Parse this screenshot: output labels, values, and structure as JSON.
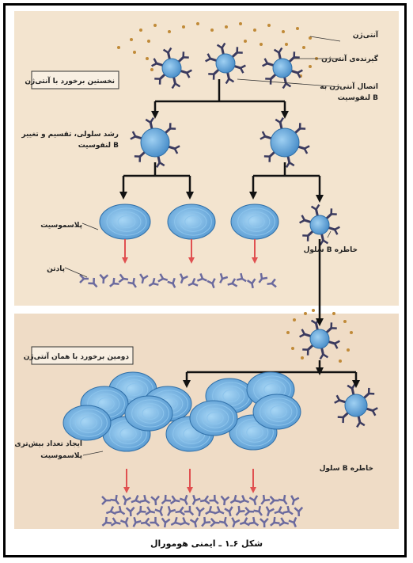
{
  "colors": {
    "panel_bg": "#f3e4cf",
    "panel_bg_2": "#efdcc6",
    "cell_fill": "#4f9bd6",
    "cell_stroke": "#2f6fa8",
    "antibody": "#6b6a9e",
    "receptor": "#3a3a5e",
    "antigen_dot": "#c08a38",
    "secretion_arrow": "#e05050"
  },
  "labels": {
    "antigen": "آنتی‌ژن",
    "receptor": "گیرنده‌ی آنتی‌ژن",
    "binding": "اتصال آنتی‌ژن به",
    "binding_2": "لنفوسیت B",
    "first_exposure": "نخستین برخورد با آنتی‌ژن",
    "growth": "رشد سلولی، تقسیم و تغییر",
    "growth_2": "لنفوسیت B",
    "plasmocyte": "پلاسموسیت",
    "antibody": "پادتن",
    "memory_b": "سلول B خاطره",
    "second_exposure": "دومین برخورد با همان آنتی‌ژن",
    "more_plasmocytes": "ایجاد تعداد بیش‌تری",
    "more_plasmocytes_2": "پلاسموسیت",
    "memory_b_2": "سلول B خاطره"
  },
  "caption": "شکل ۶ـ۱ ـ ایمنی هومورال"
}
